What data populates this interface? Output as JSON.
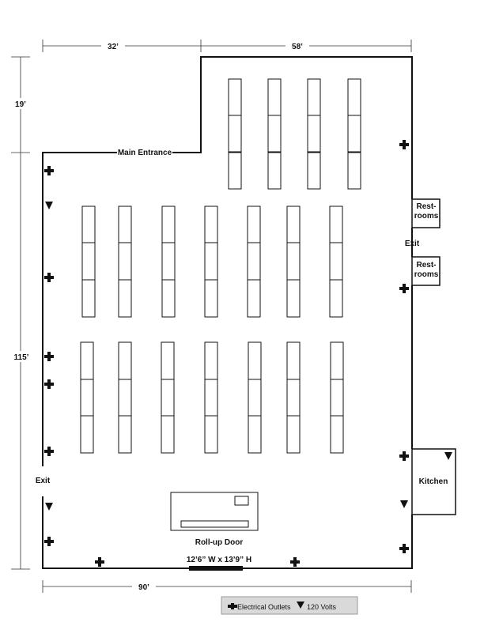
{
  "dimensions": {
    "top_left": "32’",
    "top_right": "58’",
    "left_upper": "19’",
    "left_main": "115’",
    "bottom": "90’"
  },
  "labels": {
    "main_entrance": "Main Entrance",
    "restroom_upper_line1": "Rest-",
    "restroom_upper_line2": "rooms",
    "restroom_lower_line1": "Rest-",
    "restroom_lower_line2": "rooms",
    "exit_right": "Exit",
    "exit_left": "Exit",
    "kitchen": "Kitchen",
    "rollup_door": "Roll-up Door",
    "rollup_size": "12’6” W x 13’9” H"
  },
  "legend": {
    "outlets_label": "Electrical Outlets",
    "volts_label": "120 Volts"
  },
  "colors": {
    "wall": "#111111",
    "legend_bg": "#d9d9d9"
  }
}
